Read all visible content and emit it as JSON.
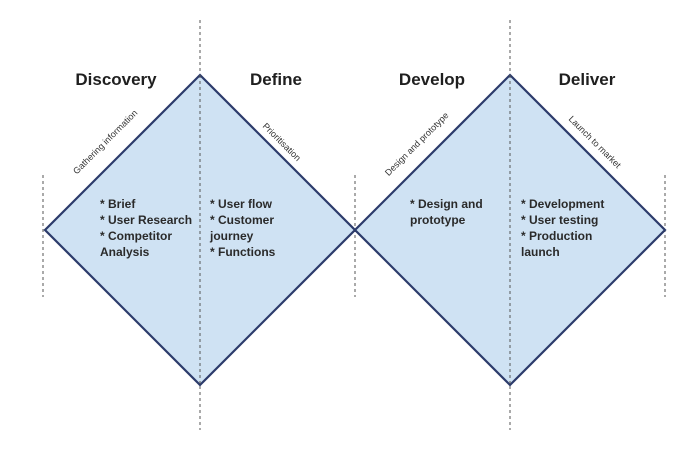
{
  "colors": {
    "fill": "#cfe2f3",
    "stroke": "#2c3b6b",
    "guide": "#555555"
  },
  "phases": [
    {
      "title": "Discovery",
      "subtitle": "Gathering information",
      "items": [
        "* Brief",
        "* User Research",
        "* Competitor",
        "Analysis"
      ]
    },
    {
      "title": "Define",
      "subtitle": "Prioritisation",
      "items": [
        "* User flow",
        "* Customer",
        "journey",
        "* Functions"
      ]
    },
    {
      "title": "Develop",
      "subtitle": "Design and prototype",
      "items": [
        "* Design and",
        "prototype"
      ]
    },
    {
      "title": "Deliver",
      "subtitle": "Launch to market",
      "items": [
        "* Development",
        "* User testing",
        "* Production",
        "launch"
      ]
    }
  ]
}
